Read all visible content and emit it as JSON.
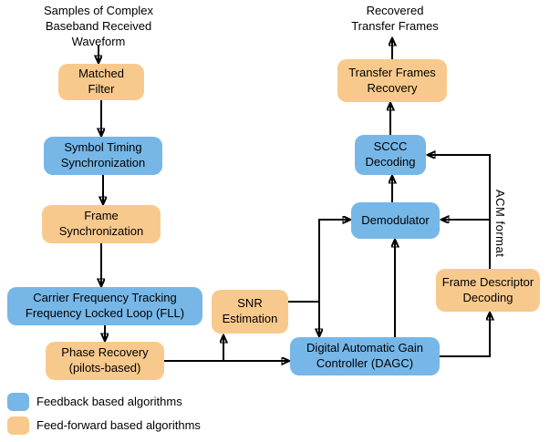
{
  "colors": {
    "feedback": "#76B7E8",
    "feedforward": "#F8C98C",
    "connector": "#000000",
    "background": "#FFFFFF"
  },
  "annotations": {
    "input_label": "Samples of Complex\nBaseband Received\nWaveform",
    "output_label": "Recovered\nTransfer Frames",
    "acm_label": "ACM format"
  },
  "nodes": {
    "matched_filter": {
      "label": "Matched\nFilter",
      "category": "feed-forward"
    },
    "symbol_timing_sync": {
      "label": "Symbol Timing\nSynchronization",
      "category": "feedback"
    },
    "frame_sync": {
      "label": "Frame\nSynchronization",
      "category": "feed-forward"
    },
    "carrier_fll": {
      "label": "Carrier Frequency Tracking\nFrequency Locked Loop (FLL)",
      "category": "feedback"
    },
    "phase_recovery": {
      "label": "Phase Recovery\n(pilots-based)",
      "category": "feed-forward"
    },
    "snr_estimation": {
      "label": "SNR\nEstimation",
      "category": "feed-forward"
    },
    "dagc": {
      "label": "Digital Automatic Gain\nController (DAGC)",
      "category": "feedback"
    },
    "demodulator": {
      "label": "Demodulator",
      "category": "feedback"
    },
    "sccc_decoding": {
      "label": "SCCC\nDecoding",
      "category": "feedback"
    },
    "transfer_frames_recovery": {
      "label": "Transfer Frames\nRecovery",
      "category": "feed-forward"
    },
    "frame_descriptor_decoding": {
      "label": "Frame Descriptor\nDecoding",
      "category": "feed-forward"
    }
  },
  "legend": {
    "feedback_label": "Feedback based algorithms",
    "feedforward_label": "Feed-forward based algorithms"
  }
}
